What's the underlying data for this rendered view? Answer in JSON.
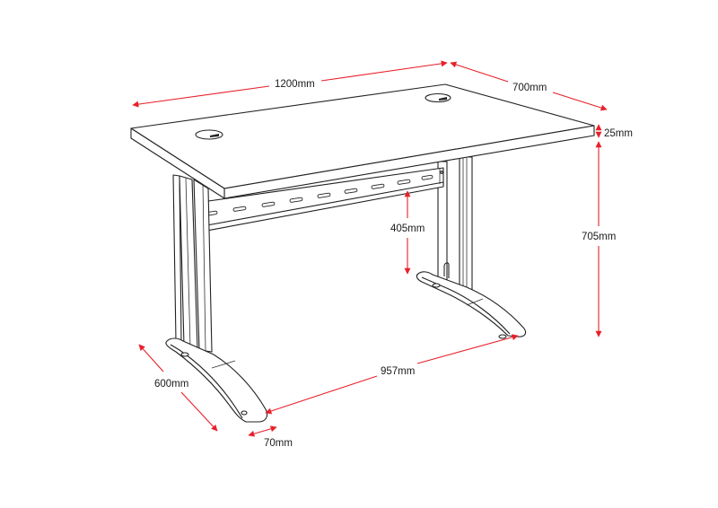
{
  "diagram": {
    "subject": "Desk dimension drawing",
    "colors": {
      "dimension_line": "#e8202a",
      "outline": "#222222",
      "background": "#ffffff"
    },
    "dimensions": {
      "width": "1200mm",
      "depth": "700mm",
      "top_thickness": "25mm",
      "height": "705mm",
      "modesty_panel_clearance": "405mm",
      "foot_length": "600mm",
      "foot_width": "70mm",
      "foot_spacing": "957mm"
    }
  }
}
